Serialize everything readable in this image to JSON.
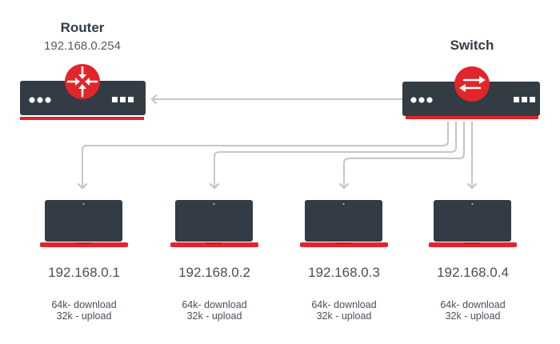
{
  "router": {
    "title": "Router",
    "ip": "192.168.0.254",
    "icon": "router-arrows-icon"
  },
  "switch": {
    "title": "Switch",
    "icon": "switch-arrows-icon"
  },
  "colors": {
    "device_body": "#333b44",
    "accent_red": "#e2252b",
    "connector": "#c6c6c6",
    "text": "#4a5057"
  },
  "laptops": [
    {
      "ip": "192.168.0.1",
      "download": "64k- download",
      "upload": "32k - upload"
    },
    {
      "ip": "192.168.0.2",
      "download": "64k- download",
      "upload": "32k - upload"
    },
    {
      "ip": "192.168.0.3",
      "download": "64k- download",
      "upload": "32k - upload"
    },
    {
      "ip": "192.168.0.4",
      "download": "64k- download",
      "upload": "32k - upload"
    }
  ]
}
